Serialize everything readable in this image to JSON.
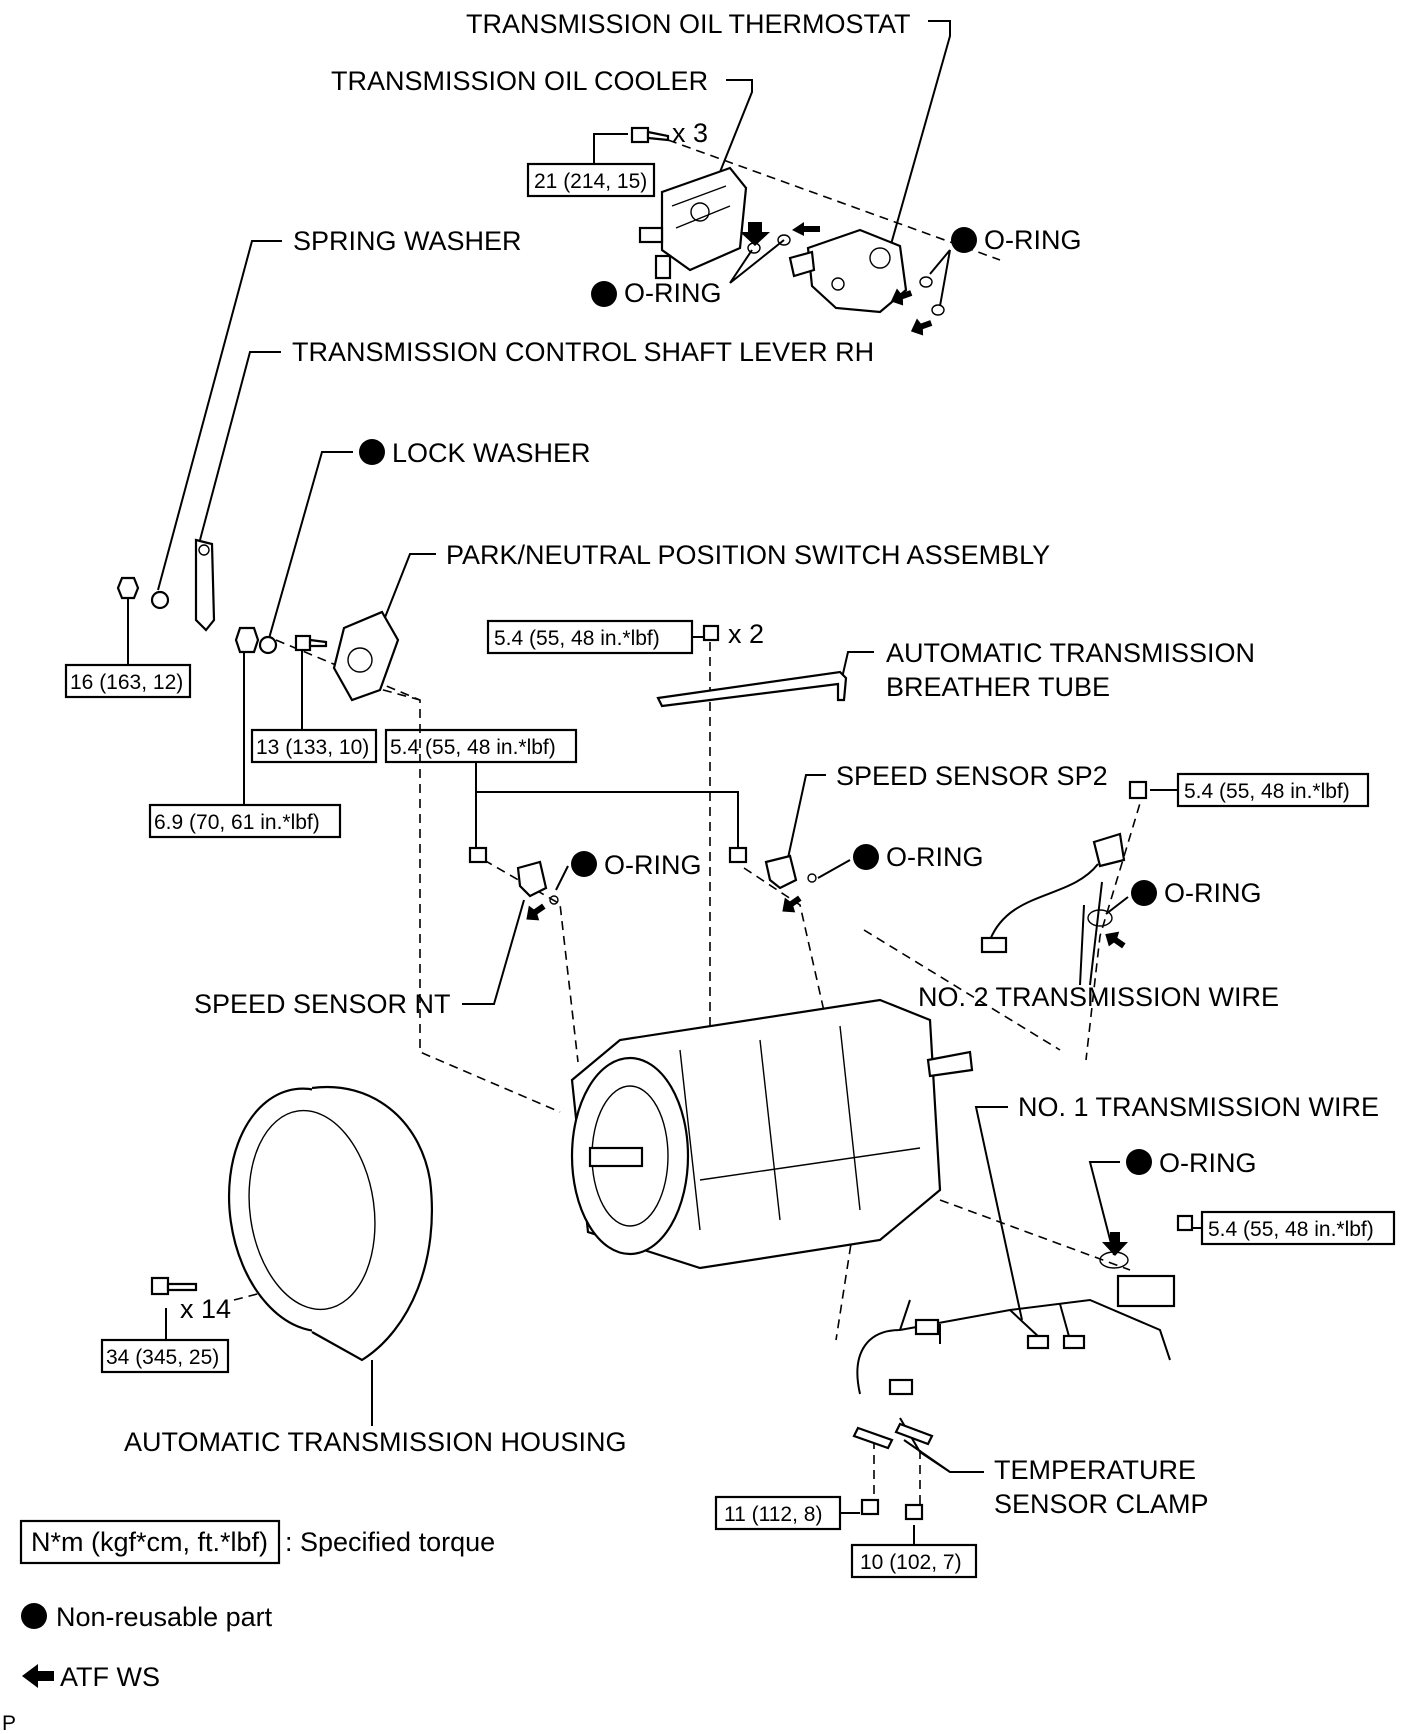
{
  "labels": {
    "thermostat": "TRANSMISSION OIL THERMOSTAT",
    "oil_cooler": "TRANSMISSION OIL COOLER",
    "o_ring": "O-RING",
    "spring_washer": "SPRING WASHER",
    "control_lever": "TRANSMISSION CONTROL SHAFT LEVER RH",
    "lock_washer": "LOCK WASHER",
    "pnp_switch": "PARK/NEUTRAL POSITION SWITCH ASSEMBLY",
    "breather_tube_1": "AUTOMATIC TRANSMISSION",
    "breather_tube_2": "BREATHER TUBE",
    "speed_sensor_sp2": "SPEED SENSOR SP2",
    "speed_sensor_nt": "SPEED SENSOR NT",
    "no2_wire": "NO. 2 TRANSMISSION WIRE",
    "no1_wire": "NO. 1 TRANSMISSION WIRE",
    "housing": "AUTOMATIC TRANSMISSION HOUSING",
    "temp_clamp_1": "TEMPERATURE",
    "temp_clamp_2": "SENSOR CLAMP"
  },
  "quantities": {
    "cooler_bolts": "x 3",
    "breather_bolts": "x 2",
    "housing_bolts": "x 14"
  },
  "torques": {
    "cooler_bolt": "21 (214, 15)",
    "breather_bolt": "5.4 (55, 48 in.*lbf)",
    "lever_nut": "16 (163, 12)",
    "pnp_bolt": "13 (133, 10)",
    "speed_sensor_bolt": "5.4 (55, 48 in.*lbf)",
    "pnp_nut": "6.9 (70, 61 in.*lbf)",
    "no2_wire_bolt": "5.4 (55, 48 in.*lbf)",
    "no1_wire_bolt": "5.4 (55, 48 in.*lbf)",
    "housing_bolt": "34 (345, 25)",
    "clamp_bolt_1": "11 (112, 8)",
    "clamp_bolt_2": "10 (102, 7)"
  },
  "legend": {
    "torque_unit": "N*m (kgf*cm, ft.*lbf)",
    "torque_desc": ": Specified torque",
    "nonreusable": "Non-reusable part",
    "atf": "ATF WS"
  },
  "corner_mark": "P"
}
